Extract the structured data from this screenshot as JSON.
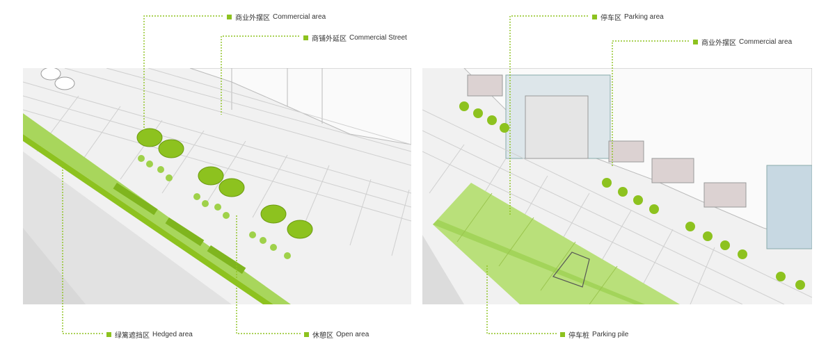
{
  "colors": {
    "accent": "#8dc21f",
    "leader": "#8dc21f"
  },
  "left_panel": {
    "labels": {
      "commercial_area": {
        "cn": "商业外摆区",
        "en": "Commercial area"
      },
      "commercial_street": {
        "cn": "商铺外延区",
        "en": "Commercial Street"
      },
      "hedged_area": {
        "cn": "绿篱遮挡区",
        "en": "Hedged area"
      },
      "open_area": {
        "cn": "休憩区",
        "en": "Open area"
      }
    }
  },
  "right_panel": {
    "labels": {
      "parking_area": {
        "cn": "停车区",
        "en": "Parking area"
      },
      "commercial_area": {
        "cn": "商业外摆区",
        "en": "Commercial area"
      },
      "parking_pile": {
        "cn": "停车桩",
        "en": "Parking pile"
      }
    }
  }
}
